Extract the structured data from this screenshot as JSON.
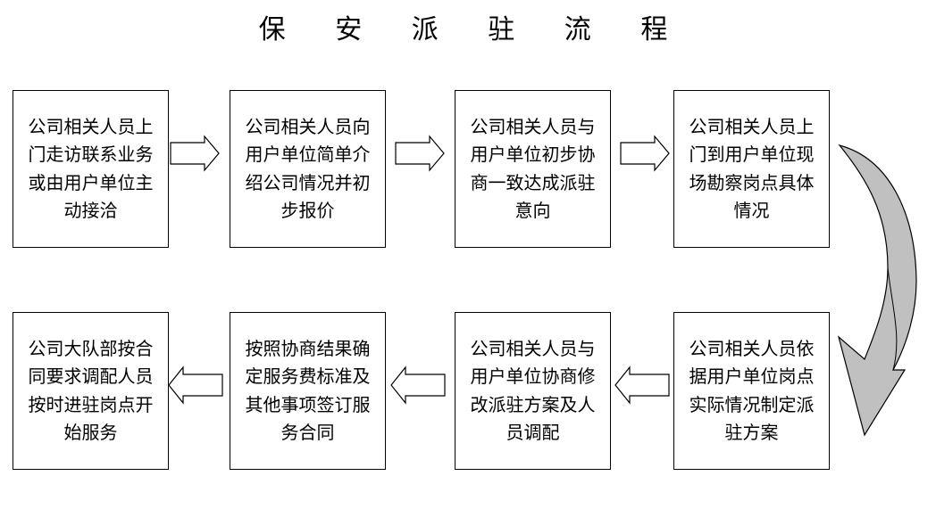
{
  "title": "保 安 派 驻 流 程",
  "steps": [
    {
      "text": "公司相关人员上门走访联系业务或由用户单位主动接洽"
    },
    {
      "text": "公司相关人员向用户单位简单介绍公司情况并初步报价"
    },
    {
      "text": "公司相关人员与用户单位初步协商一致达成派驻意向"
    },
    {
      "text": "公司相关人员上门到用户单位现场勘察岗点具体情况"
    },
    {
      "text": "公司相关人员依据用户单位岗点实际情况制定派驻方案"
    },
    {
      "text": "公司相关人员与用户单位协商修改派驻方案及人员调配"
    },
    {
      "text": "按照协商结果确定服务费标准及其他事项签订服务合同"
    },
    {
      "text": "公司大队部按合同要求调配人员按时进驻岗点开始服务"
    }
  ],
  "colors": {
    "line": "#000000",
    "arrow_fill": "#ffffff",
    "curved_arrow_fill": "#c0c0c0"
  }
}
